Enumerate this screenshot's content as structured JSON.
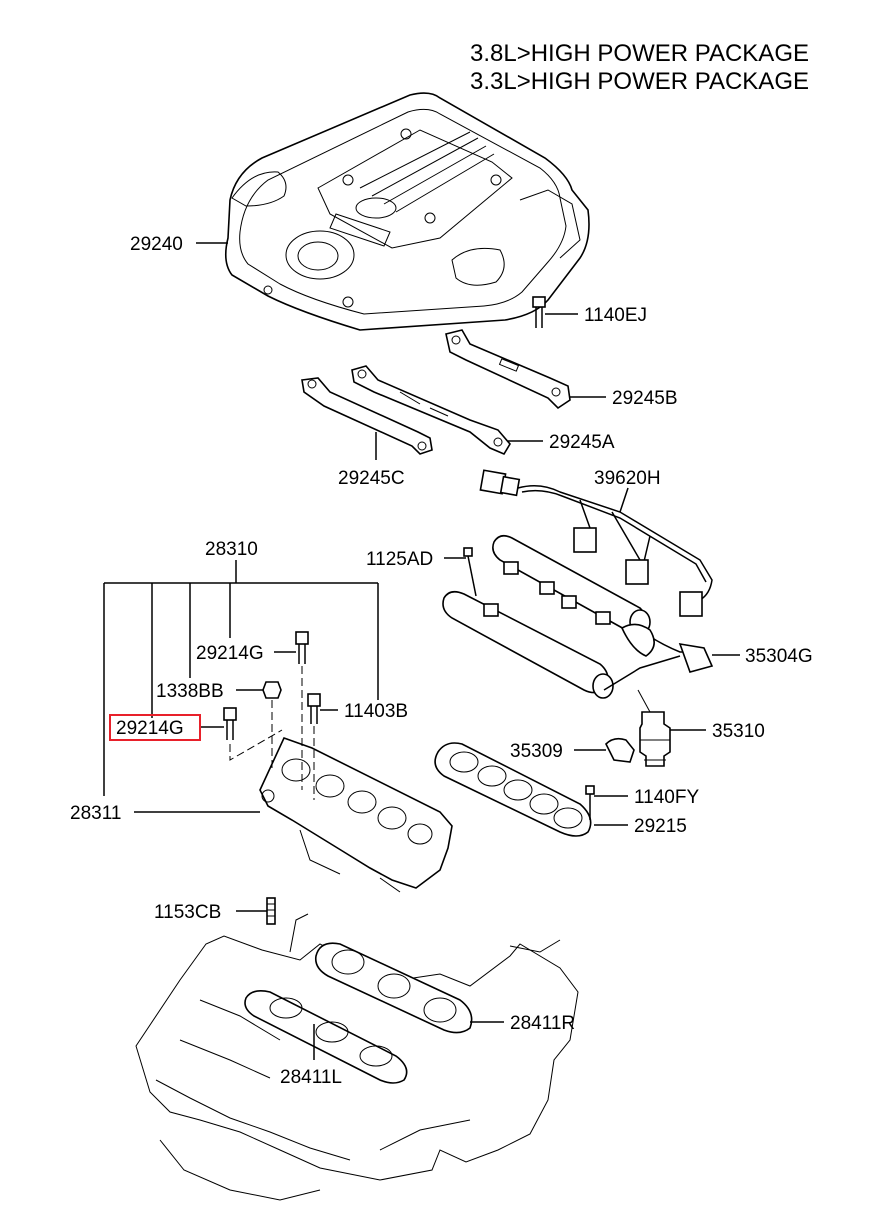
{
  "header": {
    "line1": "3.8L>HIGH POWER PACKAGE",
    "line2": "3.3L>HIGH POWER PACKAGE"
  },
  "highlight_color": "#e8202a",
  "parts": {
    "p29240": "29240",
    "p1140EJ": "1140EJ",
    "p29245B": "29245B",
    "p29245A": "29245A",
    "p29245C": "29245C",
    "p39620H": "39620H",
    "p28310": "28310",
    "p1125AD": "1125AD",
    "p29214G_top": "29214G",
    "p35304G": "35304G",
    "p1338BB": "1338BB",
    "p11403B": "11403B",
    "p29214G_sel": "29214G",
    "p35310": "35310",
    "p35309": "35309",
    "p1140FY": "1140FY",
    "p28311": "28311",
    "p29215": "29215",
    "p1153CB": "1153CB",
    "p28411R": "28411R",
    "p28411L": "28411L"
  }
}
